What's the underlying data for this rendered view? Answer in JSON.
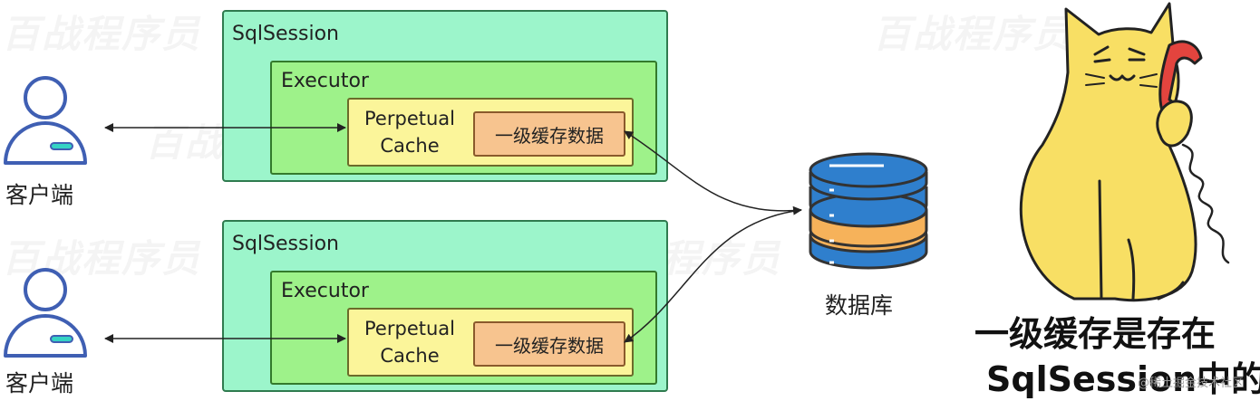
{
  "watermark_text": "百战程序员",
  "clients": [
    {
      "label": "客户端"
    },
    {
      "label": "客户端"
    }
  ],
  "sessions": [
    {
      "title": "SqlSession",
      "executor": "Executor",
      "cache_line1": "Perpetual",
      "cache_line2": "Cache",
      "data_label": "一级缓存数据"
    },
    {
      "title": "SqlSession",
      "executor": "Executor",
      "cache_line1": "Perpetual",
      "cache_line2": "Cache",
      "data_label": "一级缓存数据"
    }
  ],
  "database": {
    "label": "数据库"
  },
  "caption": {
    "line1": "一级缓存是存在",
    "line2": "SqlSession中的"
  },
  "credit": "@稀土掘金技术社区",
  "colors": {
    "session_fill": "#9cf5cb",
    "executor_fill": "#9ef28a",
    "cache_fill": "#fbf59a",
    "data_fill": "#f7c48f",
    "db_blue": "#2f7fcd",
    "db_orange": "#f6b25a",
    "user_stroke": "#3f5fb3",
    "user_accent": "#35d3c4",
    "cat_fill": "#f8df64",
    "phone_red": "#e3443e"
  },
  "icons": [
    "user-icon",
    "database-icon",
    "cat-phone-illustration",
    "arrow-icon"
  ]
}
